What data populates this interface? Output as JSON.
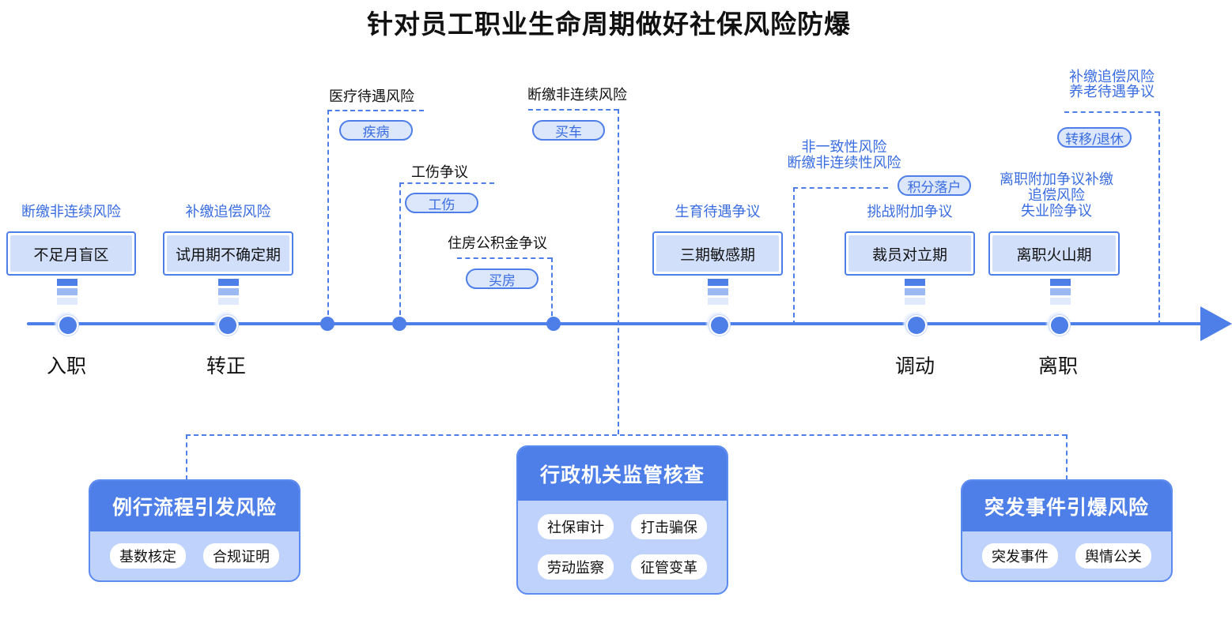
{
  "title": "针对员工职业生命周期做好社保风险防爆",
  "milestones": {
    "entry": "入职",
    "regular": "转正",
    "transfer": "调动",
    "resign": "离职"
  },
  "stages": {
    "probation_blind": {
      "label": "不足月盲区",
      "risk": "断缴非连续风险"
    },
    "probation_unsure": {
      "label": "试用期不确定期",
      "risk": "补缴追偿风险"
    },
    "three_periods": {
      "label": "三期敏感期",
      "risk": "生育待遇争议"
    },
    "layoff": {
      "label": "裁员对立期",
      "risk": "挑战附加争议"
    },
    "resign_volcano": {
      "label": "离职火山期",
      "risk_lines": [
        "离职附加争议补缴",
        "追偿风险",
        "失业险争议"
      ]
    }
  },
  "events": {
    "illness": {
      "risk": "医疗待遇风险",
      "tag": "疾病"
    },
    "car": {
      "risk": "断缴非连续风险",
      "tag": "买车"
    },
    "injury": {
      "risk": "工伤争议",
      "tag": "工伤"
    },
    "housing": {
      "risk": "住房公积金争议",
      "tag": "买房"
    },
    "settle": {
      "risk_lines": [
        "非一致性风险",
        "断缴非连续性风险"
      ],
      "tag": "积分落户"
    },
    "retire": {
      "risk_lines": [
        "补缴追偿风险",
        "养老待遇争议"
      ],
      "tag": "转移/退休"
    }
  },
  "cards": {
    "routine": {
      "title": "例行流程引发风险",
      "items": [
        "基数核定",
        "合规证明"
      ]
    },
    "admin": {
      "title": "行政机关监管核查",
      "items": [
        "社保审计",
        "打击骗保",
        "劳动监察",
        "征管变革"
      ]
    },
    "sudden": {
      "title": "突发事件引爆风险",
      "items": [
        "突发事件",
        "舆情公关"
      ]
    }
  }
}
